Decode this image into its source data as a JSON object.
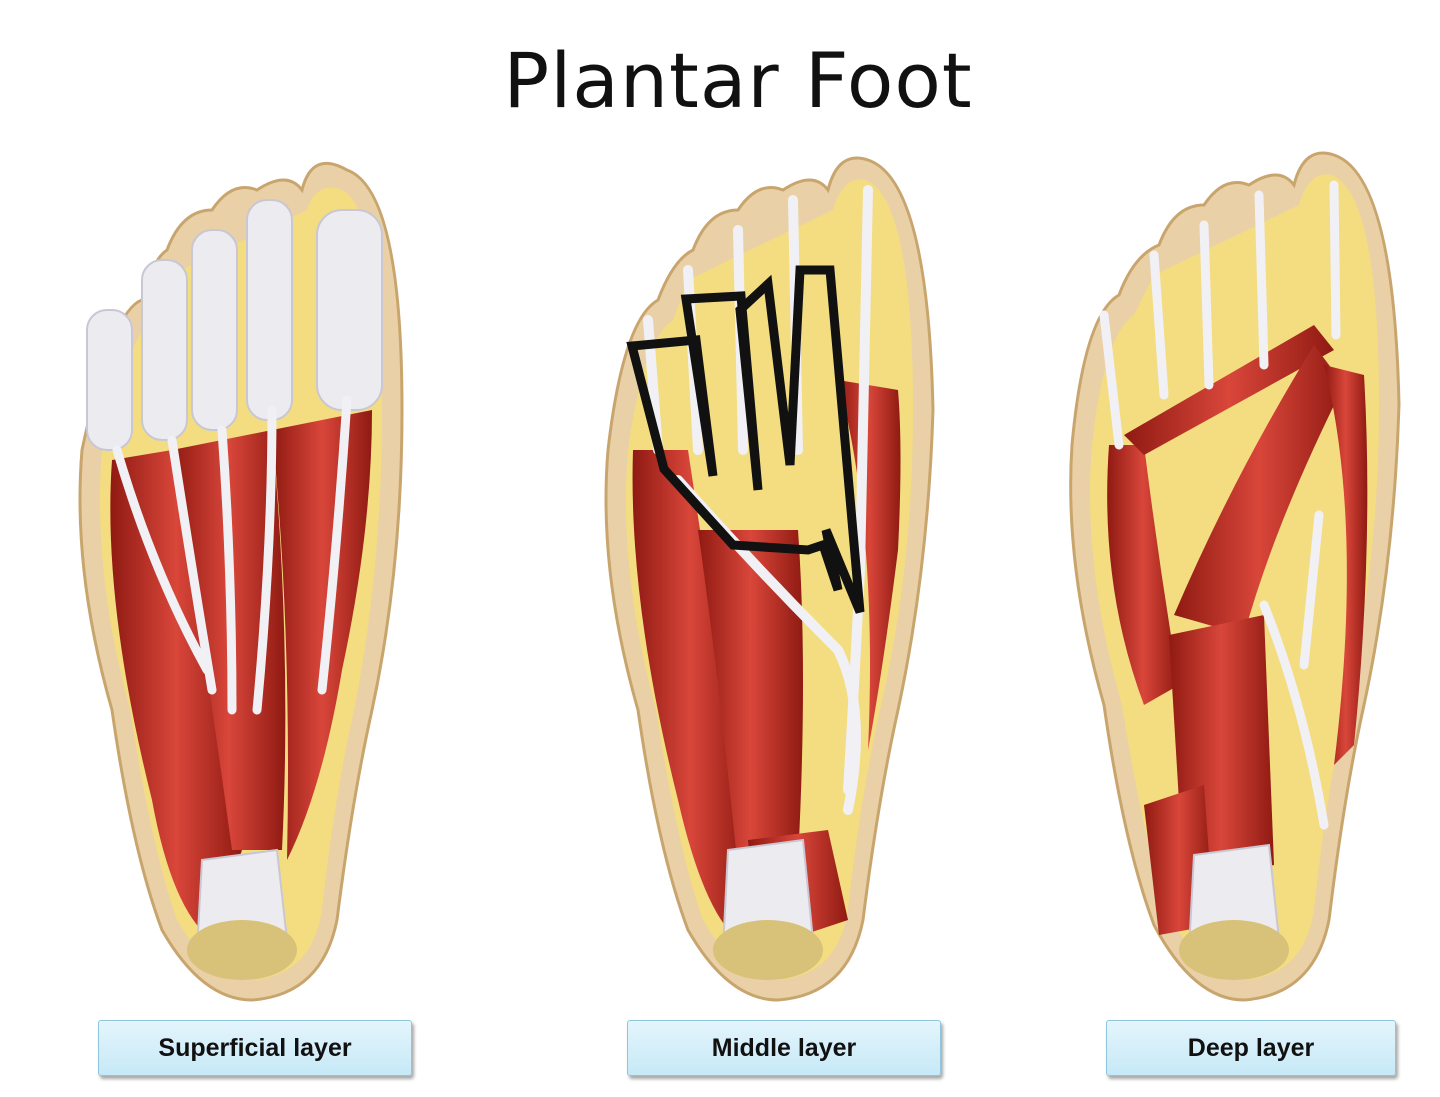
{
  "title": "Plantar Foot",
  "layers": [
    {
      "label": "Superficial layer"
    },
    {
      "label": "Middle layer"
    },
    {
      "label": "Deep layer"
    }
  ],
  "colors": {
    "skin": "#e9d0a6",
    "fat": "#f3dd80",
    "muscle": "#b8281c",
    "tendon": "#ecebf0",
    "outline": "#111111",
    "label_bg": "#d2eef9"
  }
}
